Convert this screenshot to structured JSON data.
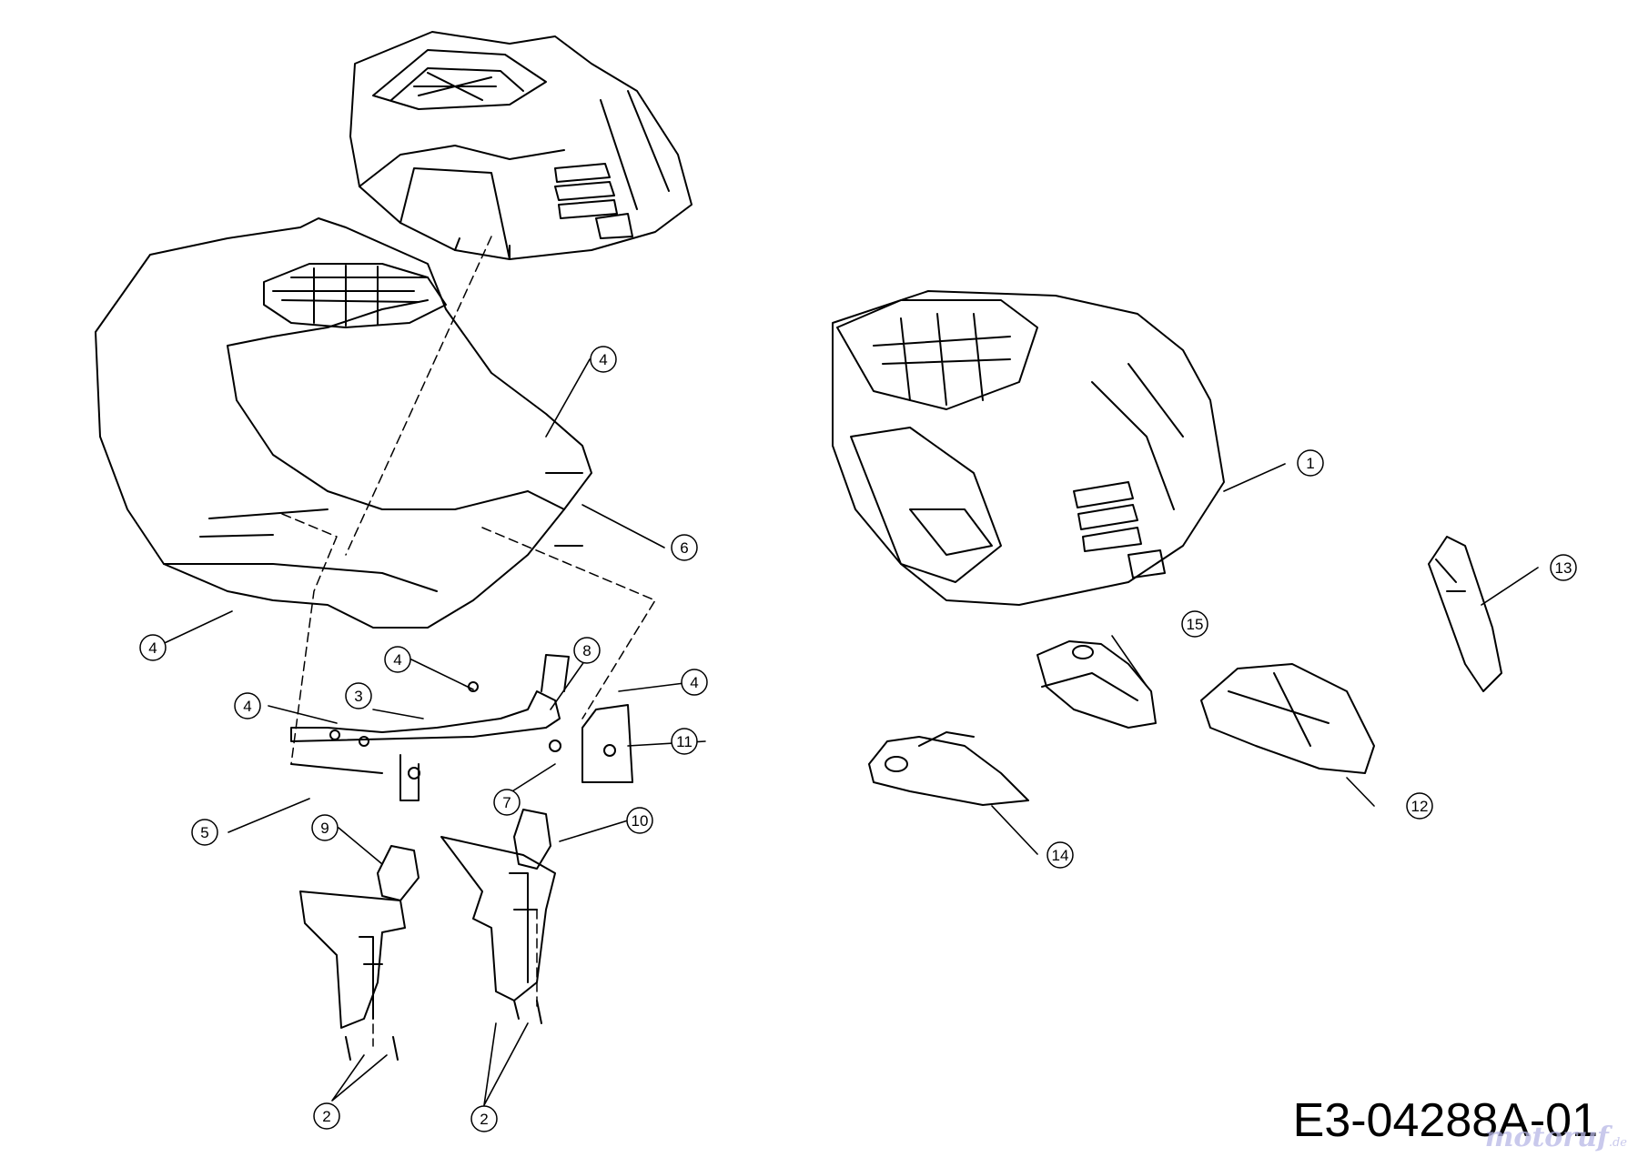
{
  "diagram": {
    "drawing_code": "E3-04288A-01",
    "watermark": {
      "brand": "motoruf",
      "suffix": ".de"
    },
    "callouts": [
      {
        "id": "c1",
        "label": "1"
      },
      {
        "id": "c2a",
        "label": "2"
      },
      {
        "id": "c2b",
        "label": "2"
      },
      {
        "id": "c3",
        "label": "3"
      },
      {
        "id": "c4a",
        "label": "4"
      },
      {
        "id": "c4b",
        "label": "4"
      },
      {
        "id": "c4c",
        "label": "4"
      },
      {
        "id": "c4d",
        "label": "4"
      },
      {
        "id": "c4e",
        "label": "4"
      },
      {
        "id": "c5",
        "label": "5"
      },
      {
        "id": "c6",
        "label": "6"
      },
      {
        "id": "c7",
        "label": "7"
      },
      {
        "id": "c8",
        "label": "8"
      },
      {
        "id": "c9",
        "label": "9"
      },
      {
        "id": "c10",
        "label": "10"
      },
      {
        "id": "c11",
        "label": "11"
      },
      {
        "id": "c12",
        "label": "12"
      },
      {
        "id": "c13",
        "label": "13"
      },
      {
        "id": "c14",
        "label": "14"
      },
      {
        "id": "c15",
        "label": "15"
      }
    ]
  }
}
